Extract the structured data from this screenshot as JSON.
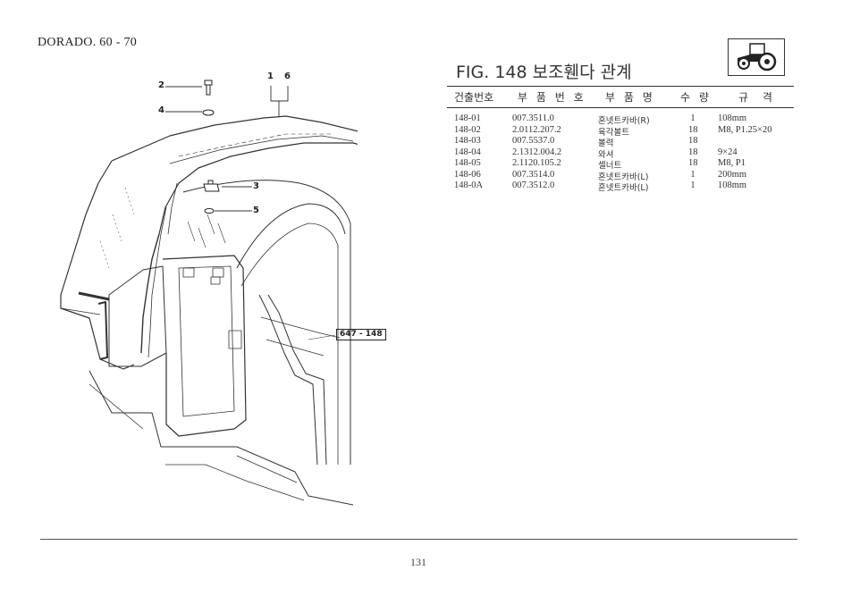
{
  "header": {
    "model": "DORADO. 60 - 70",
    "figure_title": "FIG. 148 보조휀다 관계"
  },
  "table": {
    "columns": [
      "건출번호",
      "부 품 번 호",
      "부 품 명",
      "수 량",
      "규 격"
    ],
    "rows": [
      {
        "ref": "148-01",
        "part_no": "007.3511.0",
        "name": "혼넷트카바(R)",
        "qty": "1",
        "spec": "108mm"
      },
      {
        "ref": "148-02",
        "part_no": "2.0112.207.2",
        "name": "육각볼트",
        "qty": "18",
        "spec": "M8, P1.25×20"
      },
      {
        "ref": "148-03",
        "part_no": "007.5537.0",
        "name": "볼력",
        "qty": "18",
        "spec": ""
      },
      {
        "ref": "148-04",
        "part_no": "2.1312.004.2",
        "name": "와셔",
        "qty": "18",
        "spec": "9×24"
      },
      {
        "ref": "148-05",
        "part_no": "2.1120.105.2",
        "name": "셀너트",
        "qty": "18",
        "spec": "M8, P1"
      },
      {
        "ref": "148-06",
        "part_no": "007.3514.0",
        "name": "혼넷트카바(L)",
        "qty": "1",
        "spec": "200mm"
      },
      {
        "ref": "148-0A",
        "part_no": "007.3512.0",
        "name": "혼넷트카바(L)",
        "qty": "1",
        "spec": "108mm"
      }
    ]
  },
  "drawing": {
    "callouts": {
      "c1": "1",
      "c6": "6",
      "c2": "2",
      "c4": "4",
      "c3": "3",
      "c5": "5"
    },
    "figure_code": "647 - 148",
    "icon": "tractor-icon"
  },
  "footer": {
    "page_number": "131"
  }
}
